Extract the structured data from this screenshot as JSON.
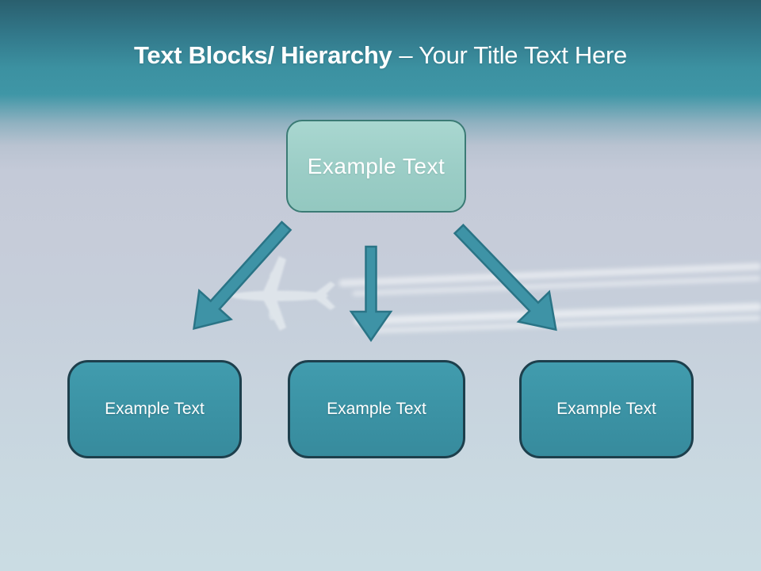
{
  "slide": {
    "title": {
      "bold": "Text Blocks/ Hierarchy",
      "regular": "– Your Title Text Here"
    },
    "diagram": {
      "top_box": {
        "label": "Example Text"
      },
      "bottom_boxes": [
        {
          "label": "Example Text"
        },
        {
          "label": "Example Text"
        },
        {
          "label": "Example Text"
        }
      ],
      "arrows": [
        "down-left",
        "down",
        "down-right"
      ]
    },
    "background": {
      "description_icons": [
        "airplane-icon",
        "contrail-streaks"
      ]
    },
    "colors": {
      "header_teal_dark": "#2a5f6e",
      "header_teal": "#3f96a6",
      "sky_lavender": "#c6ccd9",
      "sky_pale_blue": "#cadce3",
      "top_box_fill": "#9bcdc6",
      "top_box_border": "#3b7b75",
      "bottom_box_fill": "#3b92a4",
      "bottom_box_border": "#1d3f4c",
      "arrow_fill": "#3e93a6",
      "arrow_border": "#2a7486",
      "title_text": "#ffffff"
    }
  }
}
